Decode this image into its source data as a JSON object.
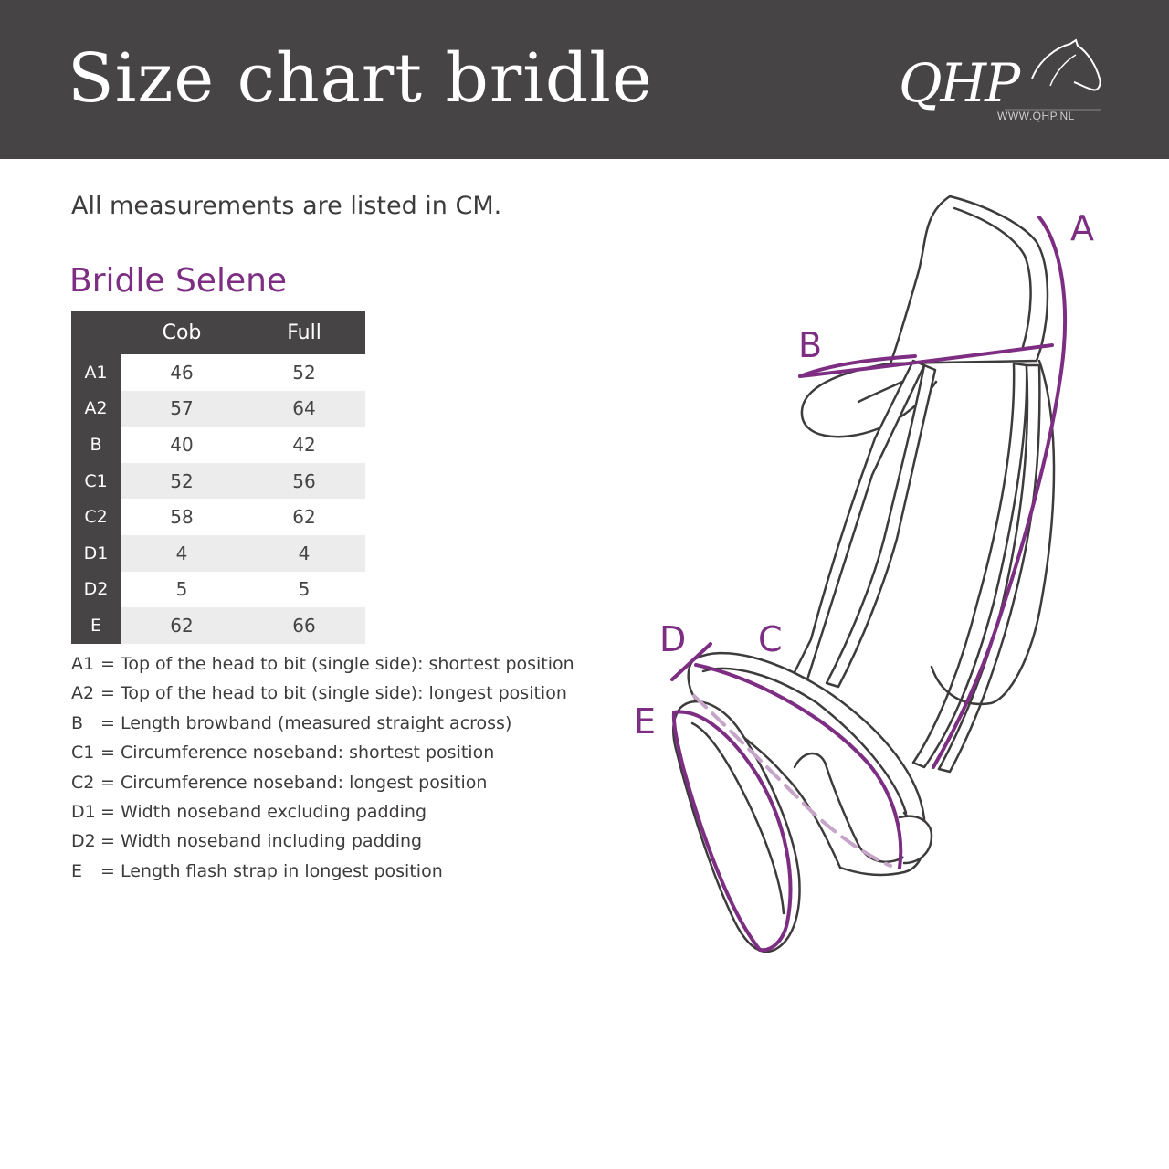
{
  "header": {
    "title": "Size chart bridle",
    "logo_text": "QHP",
    "logo_url": "WWW.QHP.NL"
  },
  "intro": "All measurements are listed in CM.",
  "product_name": "Bridle Selene",
  "table": {
    "columns": [
      "Cob",
      "Full"
    ],
    "rows": [
      {
        "label": "A1",
        "cob": "46",
        "full": "52"
      },
      {
        "label": "A2",
        "cob": "57",
        "full": "64"
      },
      {
        "label": "B",
        "cob": "40",
        "full": "42"
      },
      {
        "label": "C1",
        "cob": "52",
        "full": "56"
      },
      {
        "label": "C2",
        "cob": "58",
        "full": "62"
      },
      {
        "label": "D1",
        "cob": "4",
        "full": "4"
      },
      {
        "label": "D2",
        "cob": "5",
        "full": "5"
      },
      {
        "label": "E",
        "cob": "62",
        "full": "66"
      }
    ]
  },
  "legend": [
    {
      "code": "A1",
      "text": "= Top of the head to bit (single side): shortest position"
    },
    {
      "code": "A2",
      "text": "= Top of the head to bit (single side): longest position"
    },
    {
      "code": "B",
      "text": "= Length browband (measured straight across)"
    },
    {
      "code": "C1",
      "text": "= Circumference noseband: shortest position"
    },
    {
      "code": "C2",
      "text": "= Circumference noseband: longest position"
    },
    {
      "code": "D1",
      "text": "= Width noseband excluding padding"
    },
    {
      "code": "D2",
      "text": "= Width noseband including padding"
    },
    {
      "code": "E",
      "text": "= Length flash strap in longest position"
    }
  ],
  "diagram_labels": {
    "a": "A",
    "b": "B",
    "c": "C",
    "d": "D",
    "e": "E"
  },
  "colors": {
    "header_bg": "#464445",
    "accent_purple": "#7d2e83",
    "table_stripe": "#ececec",
    "text": "#3d3b3c"
  }
}
